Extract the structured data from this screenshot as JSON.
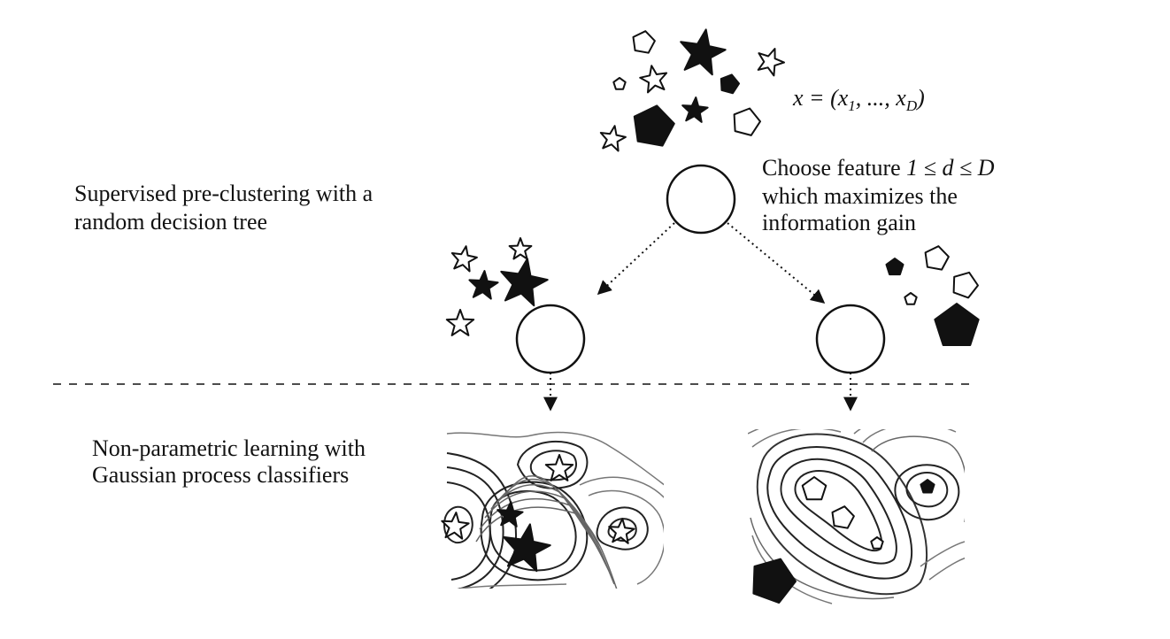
{
  "formula": {
    "lhs": "x = (x",
    "sub1": "1",
    "mid": ", ..., x",
    "subD": "D",
    "rhs": ")"
  },
  "split_text": {
    "line1_prefix": "Choose feature ",
    "line1_math": "1 ≤ d ≤ D",
    "line2": "which maximizes the",
    "line3": "information gain"
  },
  "top_section": {
    "line1": "Supervised pre-clustering with a",
    "line2": "random decision tree"
  },
  "bottom_section": {
    "line1": "Non-parametric learning with",
    "line2": "Gaussian process classifiers"
  }
}
